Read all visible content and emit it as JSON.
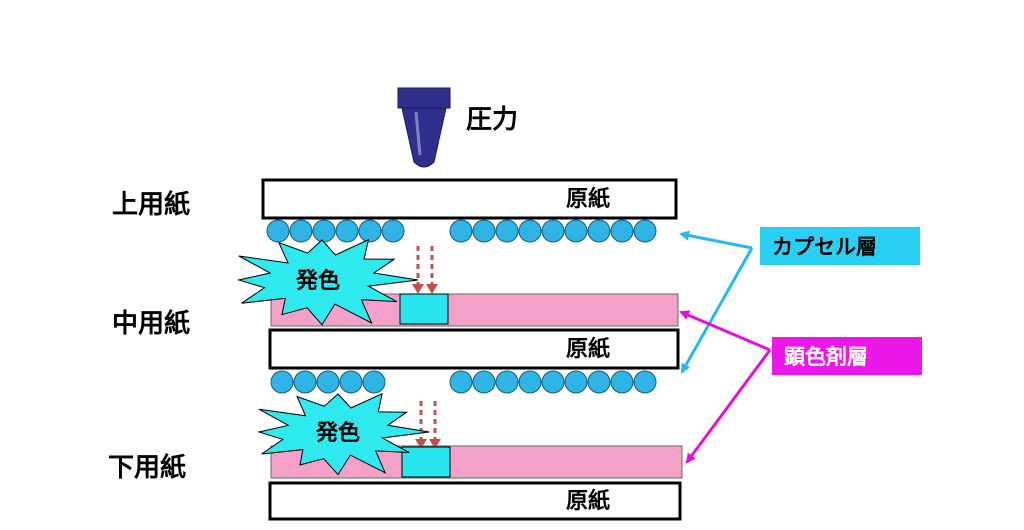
{
  "pressure_label": "圧力",
  "sheets": {
    "top": "上用紙",
    "middle": "中用紙",
    "bottom": "下用紙"
  },
  "base_paper": "原紙",
  "color_burst": "発色",
  "legend": {
    "capsule_layer": "カプセル層",
    "developer_layer": "顕色剤層"
  },
  "colors": {
    "pen": "#2e2e8c",
    "capsule": "#2fb4e6",
    "capsule_label_bg": "#29d0f3",
    "developer": "#f3a1c8",
    "developer_label_bg": "#ee17ea",
    "color_spot": "#29e6ee",
    "burst": "#2ee9ee",
    "pressure_arrow": "#c0504d",
    "capsule_pointer": "#25b9ee",
    "developer_pointer": "#e510d8"
  }
}
